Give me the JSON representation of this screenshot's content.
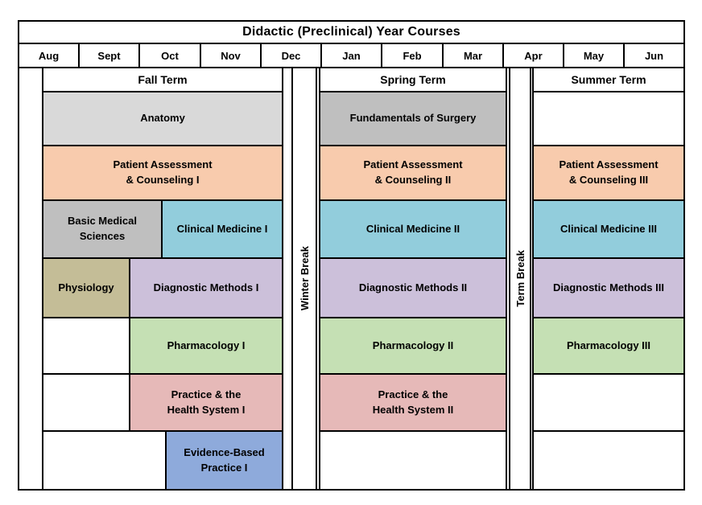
{
  "title": "Didactic (Preclinical) Year Courses",
  "months": [
    "Aug",
    "Sept",
    "Oct",
    "Nov",
    "Dec",
    "Jan",
    "Feb",
    "Mar",
    "Apr",
    "May",
    "Jun"
  ],
  "terms": {
    "fall": {
      "label": "Fall Term"
    },
    "spring": {
      "label": "Spring Term"
    },
    "summer": {
      "label": "Summer Term"
    }
  },
  "breaks": {
    "winter": {
      "label": "Winter Break"
    },
    "term": {
      "label": "Term Break"
    }
  },
  "colors": {
    "gray_light": "#D9D9D9",
    "gray_mid": "#BFBFBF",
    "orange": "#F8CBAD",
    "teal": "#92CDDC",
    "tan": "#C4BD97",
    "lavender": "#CCC0DA",
    "green": "#C5E0B4",
    "pink": "#E6B9B8",
    "blue": "#8EAADB",
    "border": "#000000"
  },
  "courses": {
    "anatomy": {
      "label": [
        "Anatomy"
      ],
      "color": "#D9D9D9"
    },
    "fos": {
      "label": [
        "Fundamentals of Surgery"
      ],
      "color": "#BFBFBF"
    },
    "pac1": {
      "label": [
        "Patient Assessment",
        "& Counseling I"
      ],
      "color": "#F8CBAD"
    },
    "pac2": {
      "label": [
        "Patient Assessment",
        "& Counseling II"
      ],
      "color": "#F8CBAD"
    },
    "pac3": {
      "label": [
        "Patient Assessment",
        "& Counseling III"
      ],
      "color": "#F8CBAD"
    },
    "bms": {
      "label": [
        "Basic Medical",
        "Sciences"
      ],
      "color": "#BFBFBF"
    },
    "cm1": {
      "label": [
        "Clinical Medicine I"
      ],
      "color": "#92CDDC"
    },
    "cm2": {
      "label": [
        "Clinical Medicine II"
      ],
      "color": "#92CDDC"
    },
    "cm3": {
      "label": [
        "Clinical Medicine III"
      ],
      "color": "#92CDDC"
    },
    "physiology": {
      "label": [
        "Physiology"
      ],
      "color": "#C4BD97"
    },
    "dm1": {
      "label": [
        "Diagnostic Methods I"
      ],
      "color": "#CCC0DA"
    },
    "dm2": {
      "label": [
        "Diagnostic Methods II"
      ],
      "color": "#CCC0DA"
    },
    "dm3": {
      "label": [
        "Diagnostic Methods III"
      ],
      "color": "#CCC0DA"
    },
    "pharm1": {
      "label": [
        "Pharmacology I"
      ],
      "color": "#C5E0B4"
    },
    "pharm2": {
      "label": [
        "Pharmacology II"
      ],
      "color": "#C5E0B4"
    },
    "pharm3": {
      "label": [
        "Pharmacology III"
      ],
      "color": "#C5E0B4"
    },
    "phs1": {
      "label": [
        "Practice & the",
        "Health System I"
      ],
      "color": "#E6B9B8"
    },
    "phs2": {
      "label": [
        "Practice & the",
        "Health System II"
      ],
      "color": "#E6B9B8"
    },
    "ebp1": {
      "label": [
        "Evidence-Based",
        "Practice I"
      ],
      "color": "#8EAADB"
    }
  }
}
